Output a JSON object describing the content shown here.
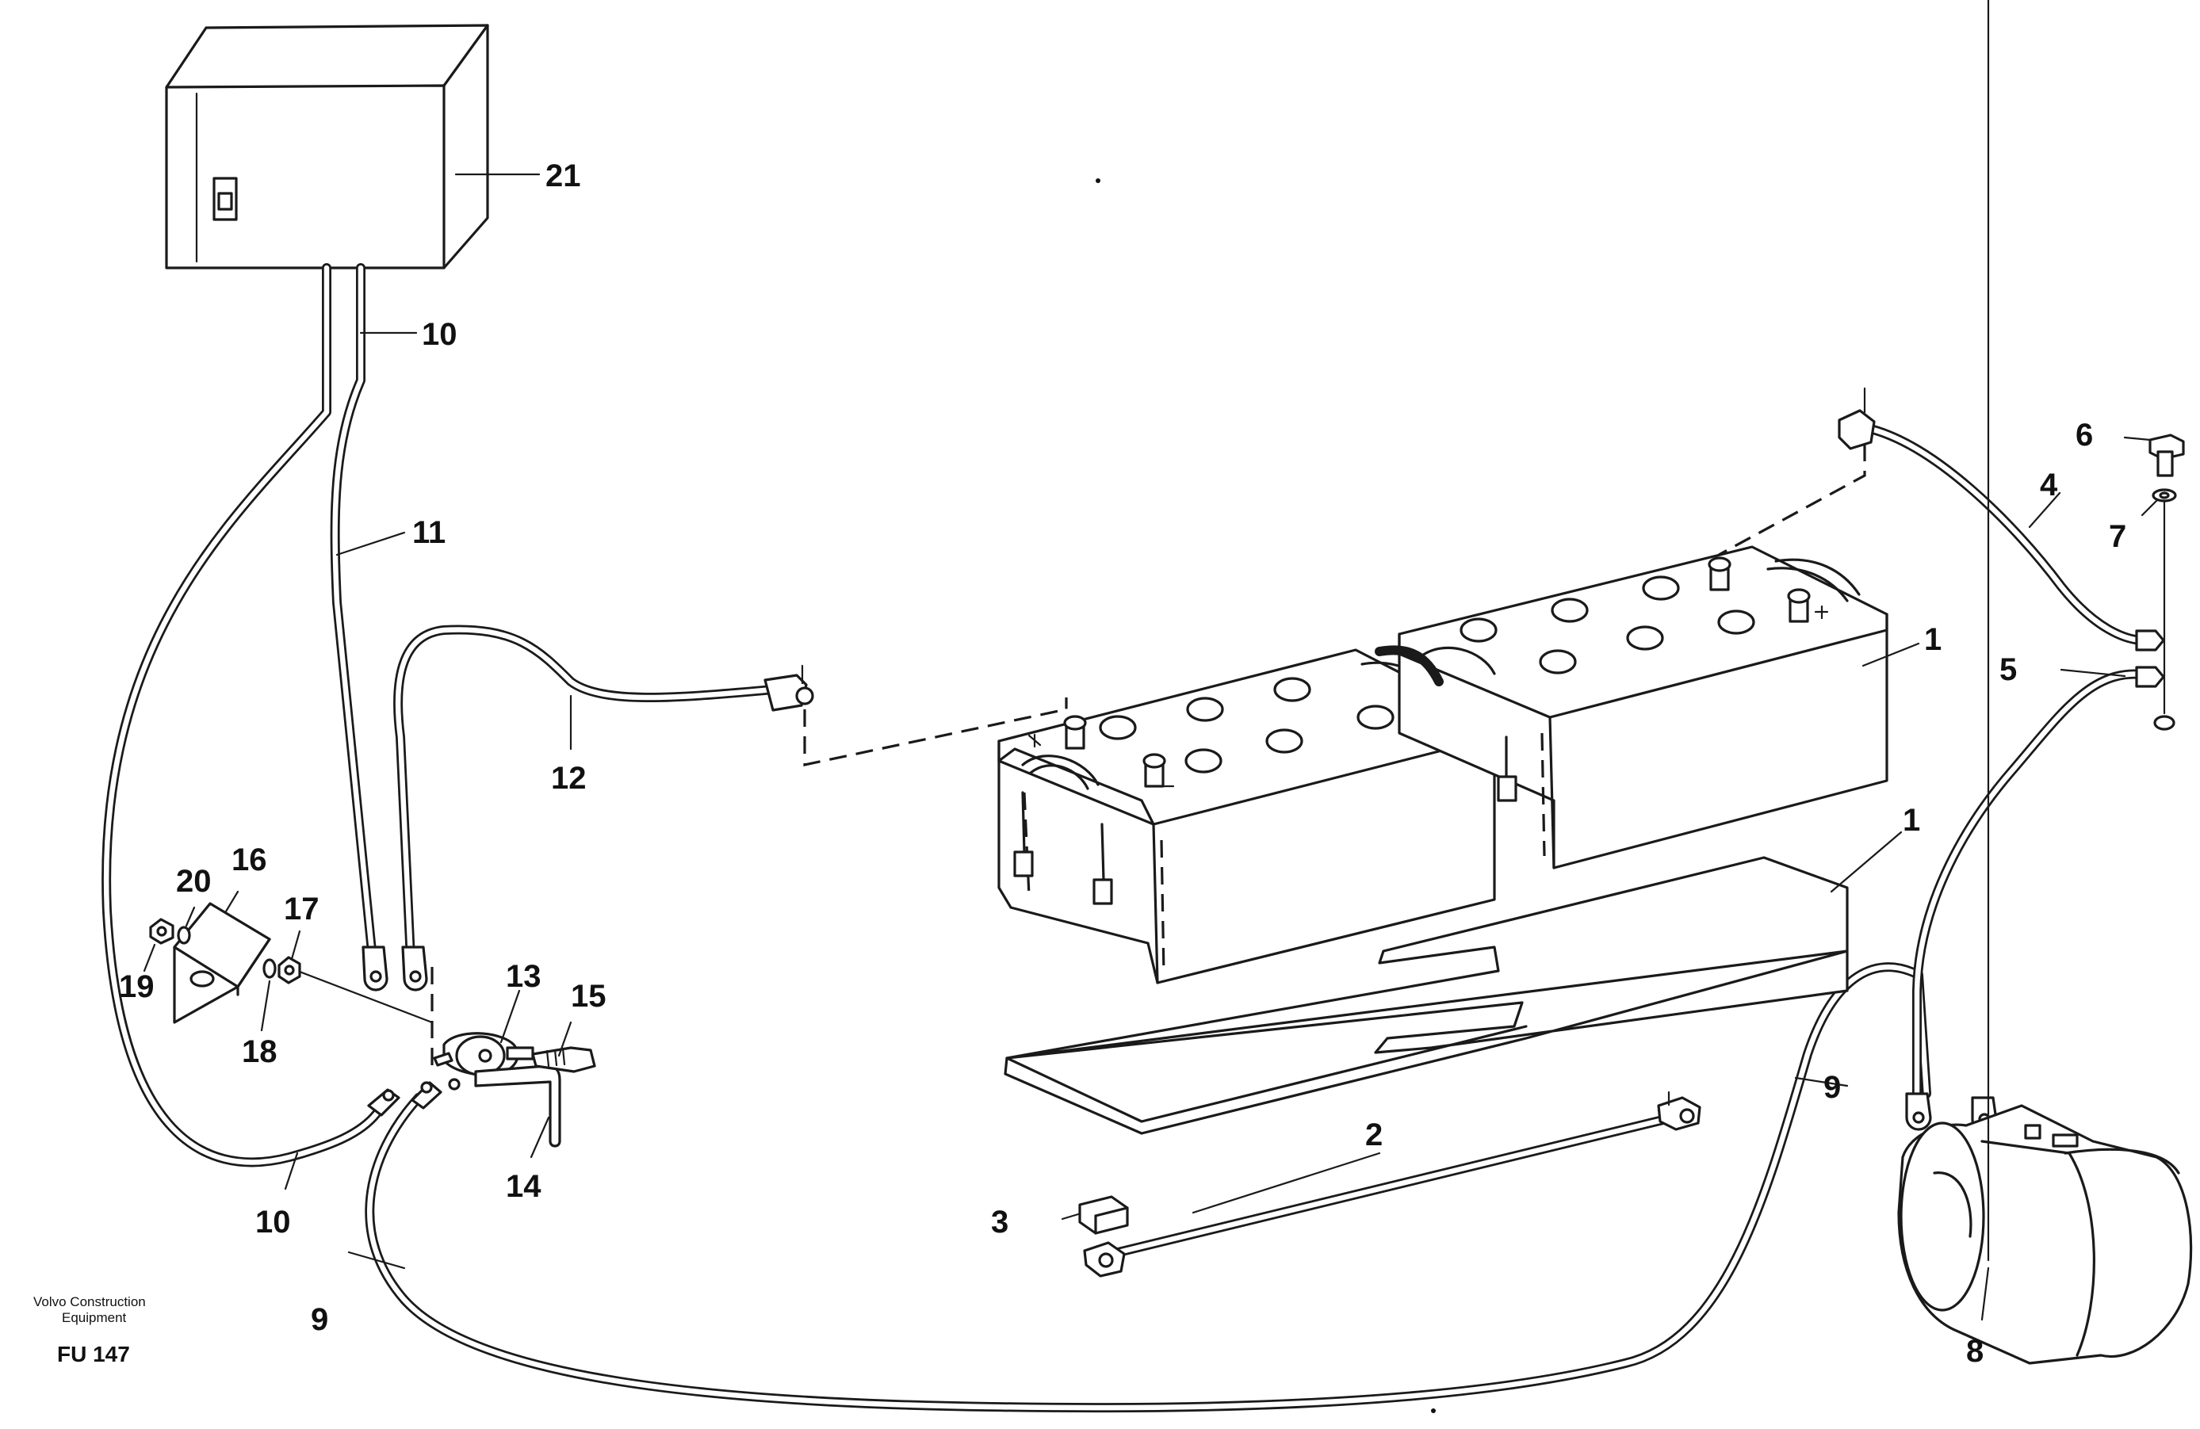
{
  "caption": {
    "maker_line1": "Volvo Construction",
    "maker_line2": "Equipment",
    "figure_id": "FU 147"
  },
  "callouts": {
    "c1a": "1",
    "c1b": "1",
    "c2": "2",
    "c3": "3",
    "c4": "4",
    "c5": "5",
    "c6": "6",
    "c7": "7",
    "c8": "8",
    "c9a": "9",
    "c9b": "9",
    "c10a": "10",
    "c10b": "10",
    "c11": "11",
    "c12": "12",
    "c13": "13",
    "c14": "14",
    "c15": "15",
    "c16": "16",
    "c17": "17",
    "c18": "18",
    "c19": "19",
    "c20": "20",
    "c21": "21"
  }
}
